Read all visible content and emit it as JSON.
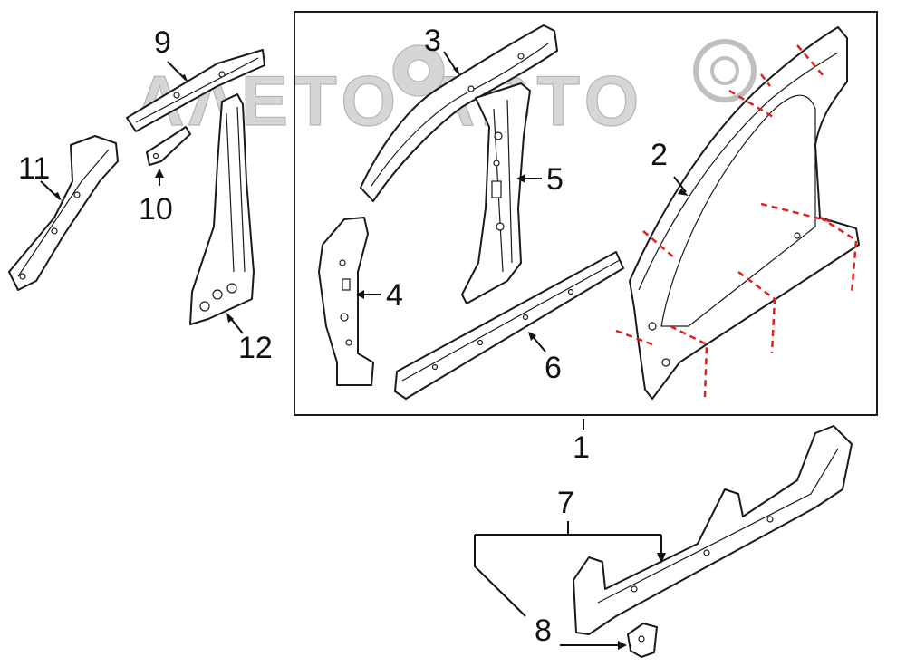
{
  "watermark": {
    "text": "ΛΛΕΤΟ ΑΒΤΟ"
  },
  "callouts": [
    {
      "id": "1",
      "label": "1"
    },
    {
      "id": "2",
      "label": "2"
    },
    {
      "id": "3",
      "label": "3"
    },
    {
      "id": "4",
      "label": "4"
    },
    {
      "id": "5",
      "label": "5"
    },
    {
      "id": "6",
      "label": "6"
    },
    {
      "id": "7",
      "label": "7"
    },
    {
      "id": "8",
      "label": "8"
    },
    {
      "id": "9",
      "label": "9"
    },
    {
      "id": "10",
      "label": "10"
    },
    {
      "id": "11",
      "label": "11"
    },
    {
      "id": "12",
      "label": "12"
    }
  ],
  "colors": {
    "lines": "#1a1a1a",
    "cut_lines": "#e0201c",
    "watermark": "#cfcfcf"
  }
}
